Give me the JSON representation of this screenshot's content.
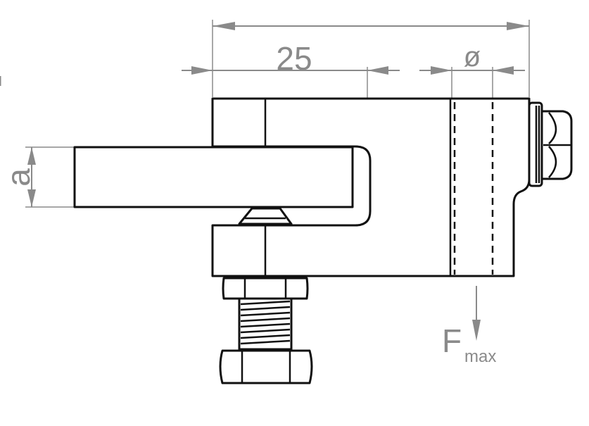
{
  "dimensions": {
    "length_value": "25",
    "diameter_symbol": "ø",
    "thickness_label": "a"
  },
  "force": {
    "symbol": "F",
    "subscript": "max"
  },
  "colors": {
    "outline": "#111111",
    "dimension": "#8a8a8a",
    "background": "#ffffff"
  }
}
